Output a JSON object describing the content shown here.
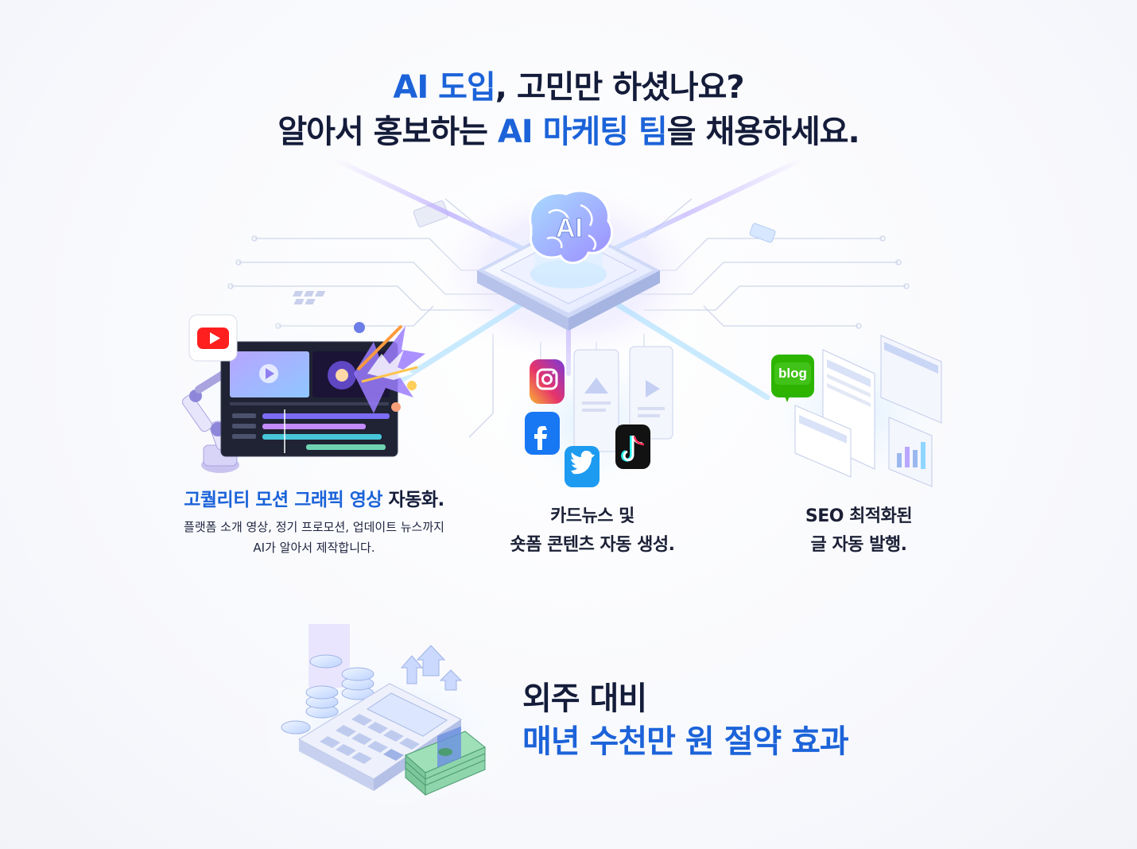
{
  "headline": {
    "line1_part1": "AI 도입",
    "line1_part2": ", 고민만 하셨나요?",
    "line2_part1": "알아서 홍보하는 ",
    "line2_part2": "AI 마케팅 팀",
    "line2_part3": "을 채용하세요."
  },
  "hub": {
    "label": "AI"
  },
  "features": {
    "video": {
      "title_highlight": "고퀄리티 모션 그래픽 영상",
      "title_rest": " 자동화.",
      "desc_line1": "플랫폼 소개 영상, 정기 프로모션, 업데이트 뉴스까지",
      "desc_line2": "AI가 알아서 제작합니다."
    },
    "social": {
      "line1": "카드뉴스 및",
      "line2": "숏폼 콘텐츠 자동 생성."
    },
    "seo": {
      "badge": "blog",
      "line1": "SEO 최적화된",
      "line2": "글 자동 발행."
    }
  },
  "savings": {
    "line1": "외주 대비",
    "line2": "매년 수천만 원 절약 효과"
  },
  "colors": {
    "brand_blue": "#1c63d9",
    "text_dark": "#141c3a",
    "glow_violet": "#b9a7ff",
    "glow_cyan": "#8fd6ff"
  },
  "icons": [
    "brain-icon",
    "youtube-icon",
    "instagram-icon",
    "facebook-icon",
    "twitter-icon",
    "tiktok-icon",
    "blog-icon",
    "calculator-icon",
    "coins-icon",
    "cash-icon",
    "growth-arrows-icon"
  ]
}
